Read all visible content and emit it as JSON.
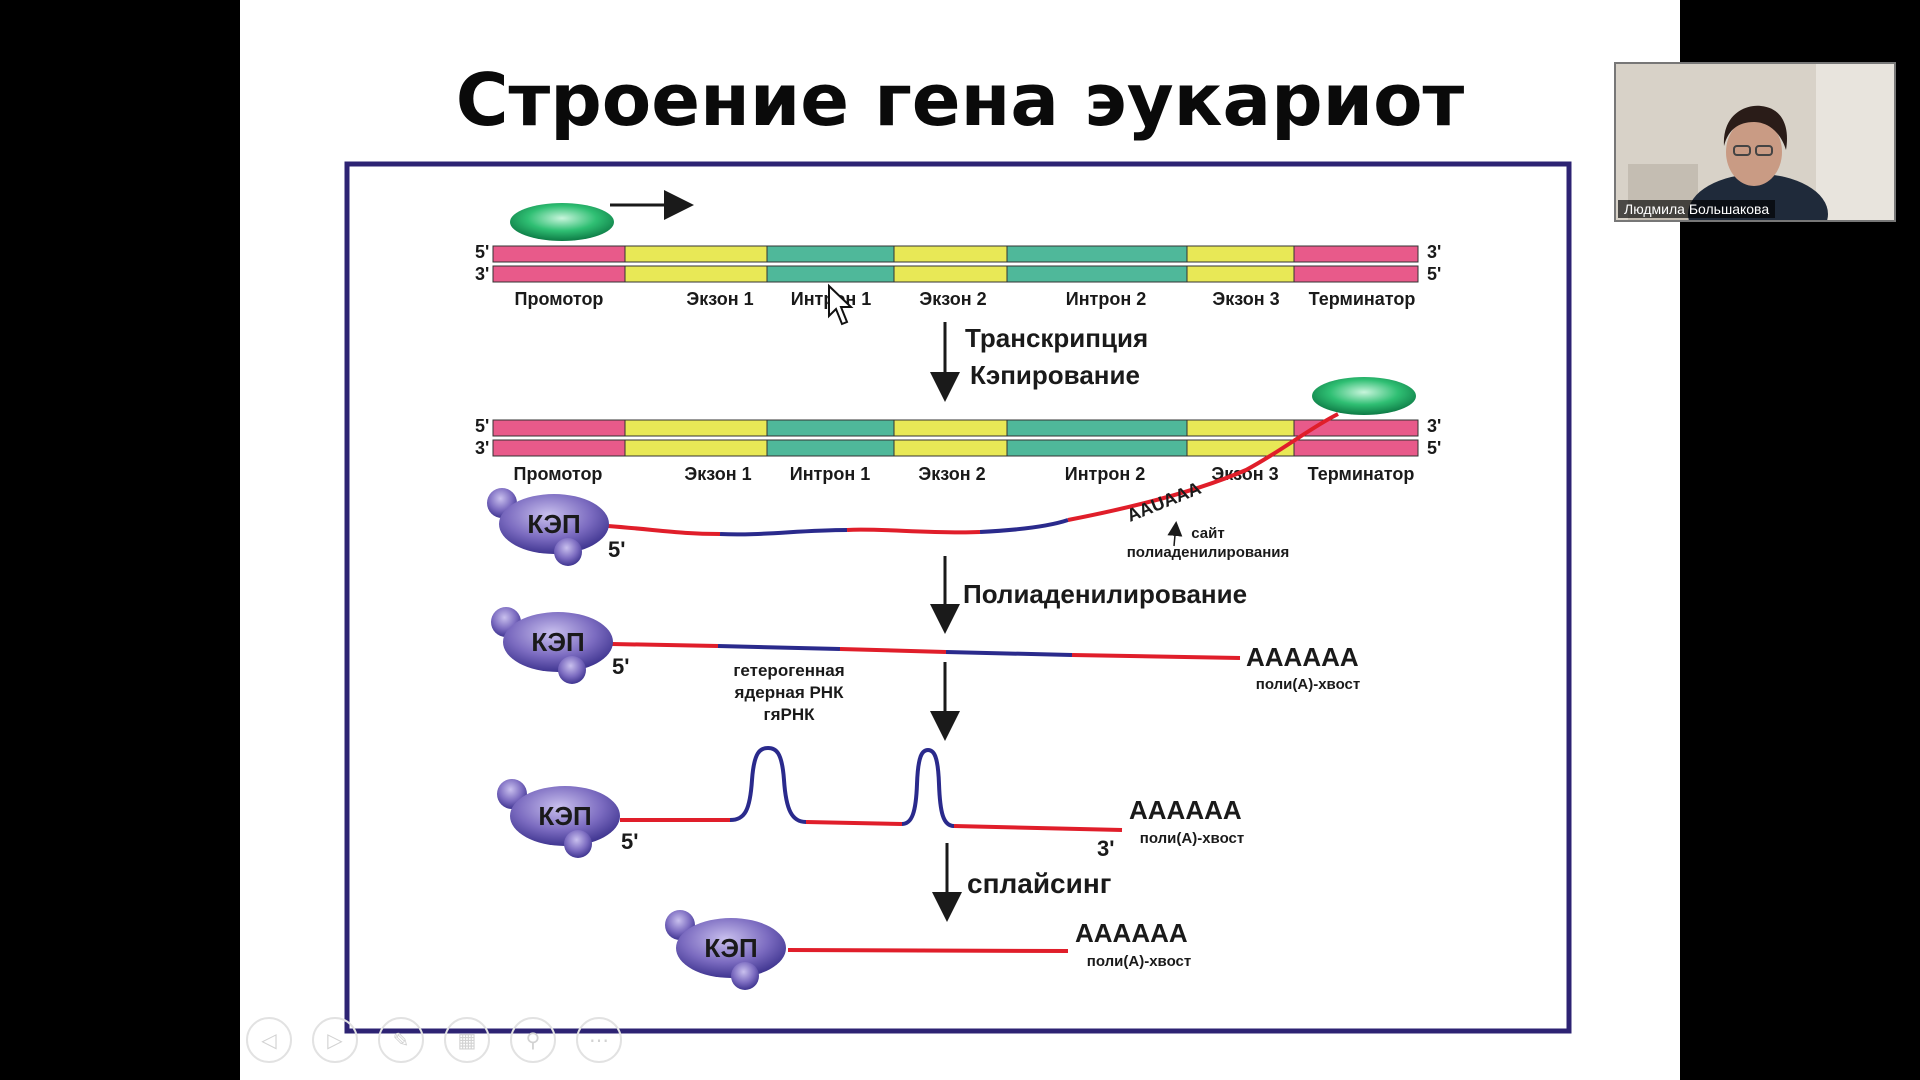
{
  "slide": {
    "title": "Строение гена эукариот",
    "diagram": {
      "end_5": "5'",
      "end_3": "3'",
      "segments": [
        "Промотор",
        "Экзон 1",
        "Интрон 1",
        "Экзон 2",
        "Интрон 2",
        "Экзон 3",
        "Терминатор"
      ],
      "step_transcription": "Транскрипция",
      "step_capping": "Кэпирование",
      "cap_label": "КЭП",
      "aauaaa": "AAUAAA",
      "site_label": "сайт",
      "site_label2": "полиаденилирования",
      "step_polyadenylation": "Полиаденилирование",
      "polya": "AAAAAA",
      "polya_tail": "поли(А)-хвост",
      "hnrna_line1": "гетерогенная",
      "hnrna_line2": "ядерная РНК",
      "hnrna_line3": "гяРНК",
      "step_splicing": "сплайсинг"
    }
  },
  "colors": {
    "promoter": "#e85a8a",
    "exon": "#e8e856",
    "intron": "#4fb89a",
    "frame": "#2d2373",
    "rna_exon": "#e01e2a",
    "rna_intron": "#2a2a8c",
    "cap": "#7b6bc0"
  },
  "conference": {
    "participant_name": "Людмила Большакова"
  },
  "toolbar_icons": [
    "prev-icon",
    "next-icon",
    "pen-icon",
    "slides-icon",
    "zoom-icon",
    "more-icon"
  ]
}
